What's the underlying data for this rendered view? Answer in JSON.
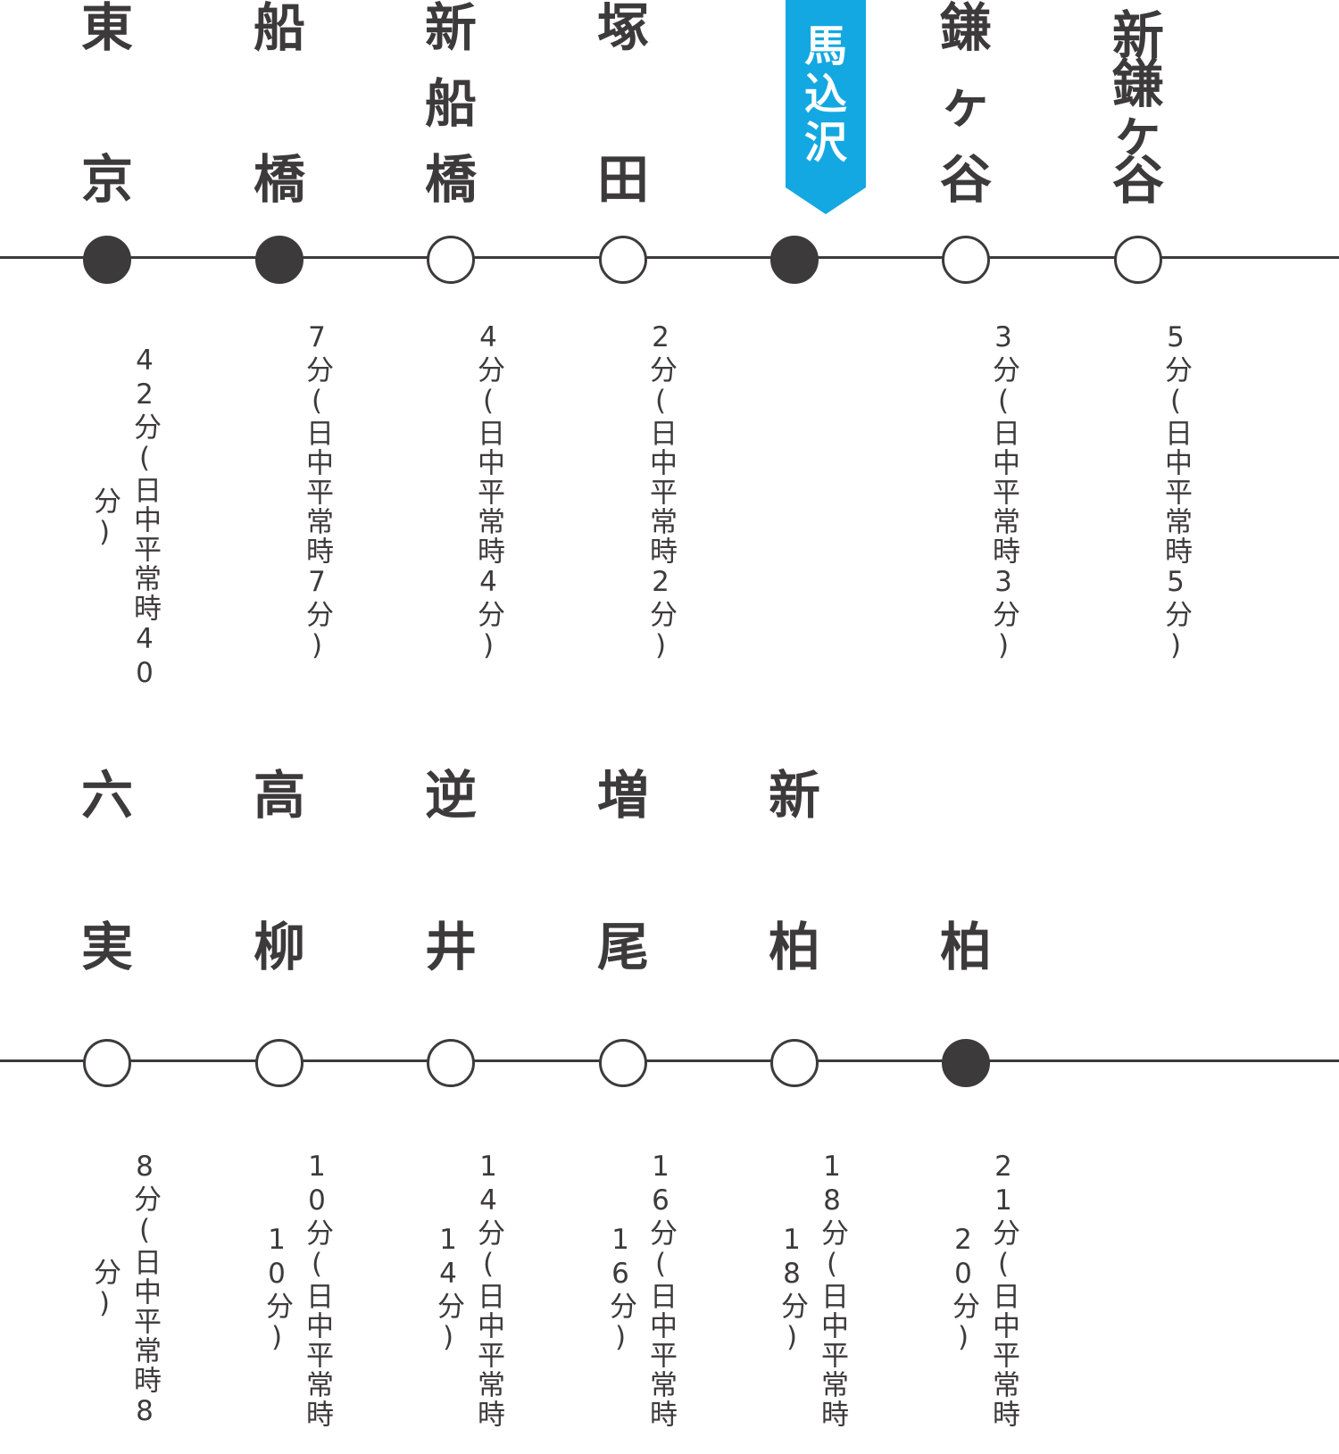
{
  "current_station": "馬込沢",
  "rows": [
    {
      "stations": [
        {
          "name": "東京",
          "filled": true,
          "time": "42分(日中平常時40分)"
        },
        {
          "name": "船橋",
          "filled": true,
          "time": "7分(日中平常時7分)"
        },
        {
          "name": "新船橋",
          "filled": false,
          "time": "4分(日中平常時4分)"
        },
        {
          "name": "塚田",
          "filled": false,
          "time": "2分(日中平常時2分)"
        },
        {
          "name": "馬込沢",
          "filled": true,
          "time": ""
        },
        {
          "name": "鎌ヶ谷",
          "filled": false,
          "time": "3分(日中平常時3分)"
        },
        {
          "name": "新鎌ヶ谷",
          "filled": false,
          "time": "5分(日中平常時5分)"
        }
      ]
    },
    {
      "stations": [
        {
          "name": "六実",
          "filled": false,
          "time": "8分(日中平常時8分)"
        },
        {
          "name": "高柳",
          "filled": false,
          "time": "10分(日中平常時10分)"
        },
        {
          "name": "逆井",
          "filled": false,
          "time": "14分(日中平常時14分)"
        },
        {
          "name": "増尾",
          "filled": false,
          "time": "16分(日中平常時16分)"
        },
        {
          "name": "新柏",
          "filled": false,
          "time": "18分(日中平常時18分)"
        },
        {
          "name": "柏",
          "filled": true,
          "time": "21分(日中平常時20分)"
        }
      ]
    }
  ],
  "colors": {
    "line": "#3d3a3b",
    "text": "#3d3a3b",
    "highlight": "#13a8e1"
  }
}
